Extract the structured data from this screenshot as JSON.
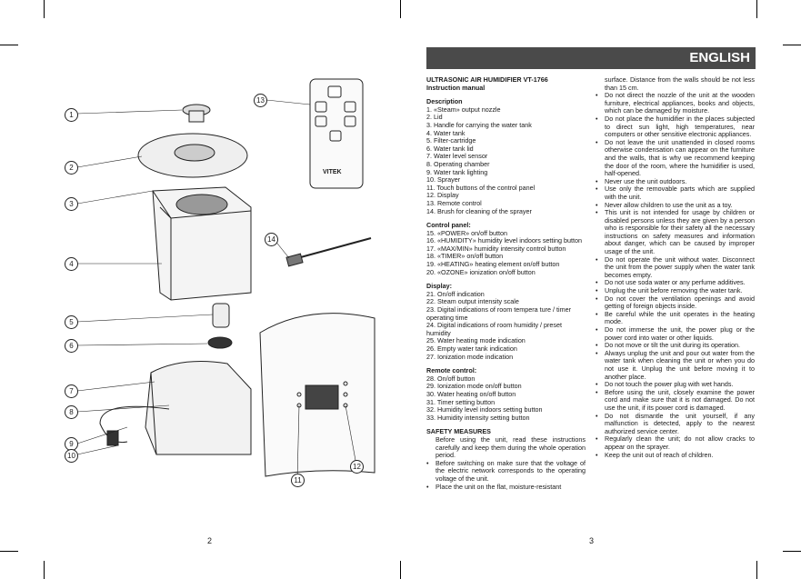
{
  "header": {
    "language": "ENGLISH"
  },
  "pages": {
    "left": "2",
    "right": "3"
  },
  "illustration": {
    "callouts": [
      "1",
      "2",
      "3",
      "4",
      "5",
      "6",
      "7",
      "8",
      "9",
      "10",
      "11",
      "12",
      "13",
      "14"
    ],
    "brand": "VITEK"
  },
  "column_a": {
    "title_line1": "ULTRASONIC AIR HUMIDIFIER VT-1766",
    "title_line2": "Instruction manual",
    "description": {
      "heading": "Description",
      "items": [
        "1.   «Steam» output nozzle",
        "2.   Lid",
        "3.   Handle for carrying the water tank",
        "4.   Water tank",
        "5.   Filter-cartridge",
        "6.   Water tank lid",
        "7.   Water level sensor",
        "8.   Operating chamber",
        "9.   Water tank lighting",
        "10. Sprayer",
        "11. Touch buttons of the control panel",
        "12. Display",
        "13. Remote control",
        "14. Brush for cleaning of the sprayer"
      ]
    },
    "control_panel": {
      "heading": "Control panel:",
      "items": [
        "15. «POWER» on/off button",
        "16. «HUMIDITY» humidity level indoors setting button",
        "17. «MAX/MIN» humidity intensity control button",
        "18. «TIMER» on/off button",
        "19. «HEATING» heating element on/off  button",
        " 20. «OZONE» ionization on/off button"
      ]
    },
    "display": {
      "heading": "Display:",
      "items": [
        "21. On/off indication",
        "22. Steam output intensity scale",
        "23.  Digital indications of room tempera ture / timer operating time",
        "24. Digital indications of room humidity / preset humidity",
        "25. Water heating mode indication",
        "26. Empty water tank indication",
        "27. Ionization mode indication"
      ]
    },
    "remote_control": {
      "heading": "Remote control:",
      "items": [
        "28. On/off button",
        "29. Ionization mode on/off button",
        "30. Water heating on/off button",
        "31. Timer setting button",
        "32. Humidity level indoors setting button",
        "33. Humidity intensity setting button"
      ]
    },
    "safety": {
      "heading": "SAFETY MEASURES",
      "intro": "Before using the unit, read these instructions carefully and keep them during the whole operation period.",
      "bullets": [
        "Before switching on make sure that the voltage of the electric network corresponds to the operating voltage of the unit.",
        "Place the unit on the flat, moisture-resistant"
      ]
    }
  },
  "column_b": {
    "continuation": "surface. Distance from the walls should be not less than 15 cm.",
    "bullets": [
      "Do not direct the nozzle of the unit at the wooden furniture, electrical appliances, books and objects, which can be damaged by moisture.",
      "Do not place the humidifier in the places subjected to direct sun light, high temperatures, near computers or other sensitive electronic appliances.",
      "Do not leave the unit unattended in closed rooms otherwise condensation can appear on the furniture and the walls, that is why we recommend keeping the door of the room, where the humidifier is used, half-opened.",
      "Never use the unit outdoors.",
      "Use only the removable parts which are supplied with the unit.",
      "Never allow children to use the unit as a toy.",
      "This unit is not intended for usage by children or disabled persons unless they are given by a person who is responsible for their safety all the necessary instructions on safety measures and information about danger, which can be caused by improper usage of the unit.",
      "Do not operate the unit without water. Disconnect the unit from the power supply when the water tank becomes empty.",
      "Do not use soda water or any perfume additives.",
      "Unplug the unit before removing the water tank.",
      "Do not cover the ventilation openings and avoid getting of foreign objects inside.",
      "Be careful while the unit operates in the heating mode.",
      "Do not immerse the unit, the power plug or the power cord into water or other liquids.",
      "Do not move or tilt the unit during its operation.",
      "Always unplug the unit and pour out water from the water tank when cleaning the unit or when you do not use it. Unplug the unit before moving it to another place.",
      "Do not touch the power plug with wet hands.",
      "Before using the unit, closely examine the power cord and make sure that it is not damaged. Do not use the unit, if its power cord is damaged.",
      "Do not dismantle the unit yourself, if any malfunction is detected, apply to the nearest authorized service center.",
      "Regularly clean the unit; do not allow cracks to appear on the sprayer.",
      "Keep the unit out of reach of children."
    ]
  }
}
